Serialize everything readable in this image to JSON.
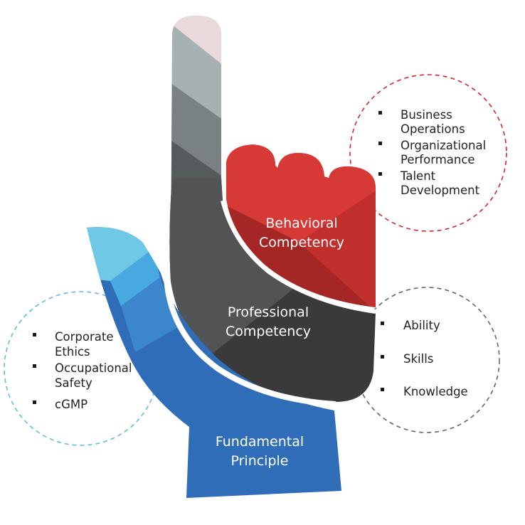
{
  "layers": {
    "behavioral": {
      "title_line1": "Behavioral",
      "title_line2": "Competency",
      "items": [
        {
          "line1": "Business",
          "line2": "Operations"
        },
        {
          "line1": "Organizational",
          "line2": "Performance"
        },
        {
          "line1": "Talent",
          "line2": "Development"
        }
      ],
      "color": "#cf2f2f"
    },
    "professional": {
      "title_line1": "Professional",
      "title_line2": "Competency",
      "items": [
        "Ability",
        "Skills",
        "Knowledge"
      ],
      "color": "#3a3a3a"
    },
    "fundamental": {
      "title_line1": "Fundamental",
      "title_line2": "Principle",
      "items": [
        {
          "line1": "Corporate",
          "line2": "Ethics"
        },
        {
          "line1": "Occupational",
          "line2": "Safety"
        },
        {
          "line1": "cGMP",
          "line2": ""
        }
      ],
      "color": "#2f6db8"
    }
  },
  "icons": {
    "hand": "pointing-hand-icon",
    "bullet": "square-bullet-icon"
  },
  "circle_colors": {
    "behavioral": "#d9262b",
    "professional": "#666666",
    "fundamental": "#5bc0de"
  }
}
